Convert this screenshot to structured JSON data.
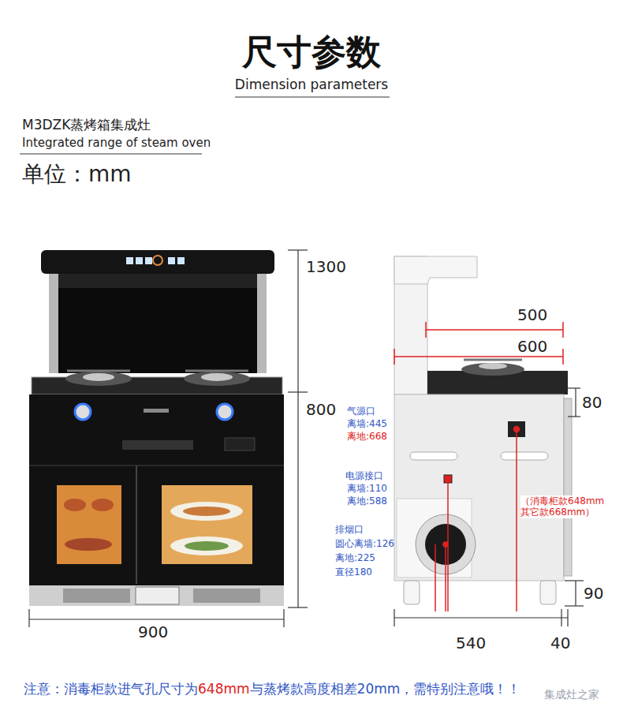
{
  "diagram": {
    "title": "尺寸参数",
    "labels": [
      "Dimension parameters",
      "M3DZK蒸烤箱集成灶",
      "Integrated range of steam oven",
      "单位：mm",
      "1300",
      "800",
      "900",
      "500",
      "600",
      "80",
      "气源口",
      "离墙:445",
      "离地:668",
      "电源接口",
      "离墙:110",
      "离地:588",
      "排烟口",
      "圆心离墙:126",
      "离地:225",
      "直径180",
      "（消毒柜款648mm 其它款668mm）",
      "90",
      "540",
      "40",
      "注意：消毒柜款进气孔尺寸为",
      "648mm",
      "与蒸烤款高度相差20mm，需特别注意哦！！",
      "集成灶之家"
    ]
  }
}
